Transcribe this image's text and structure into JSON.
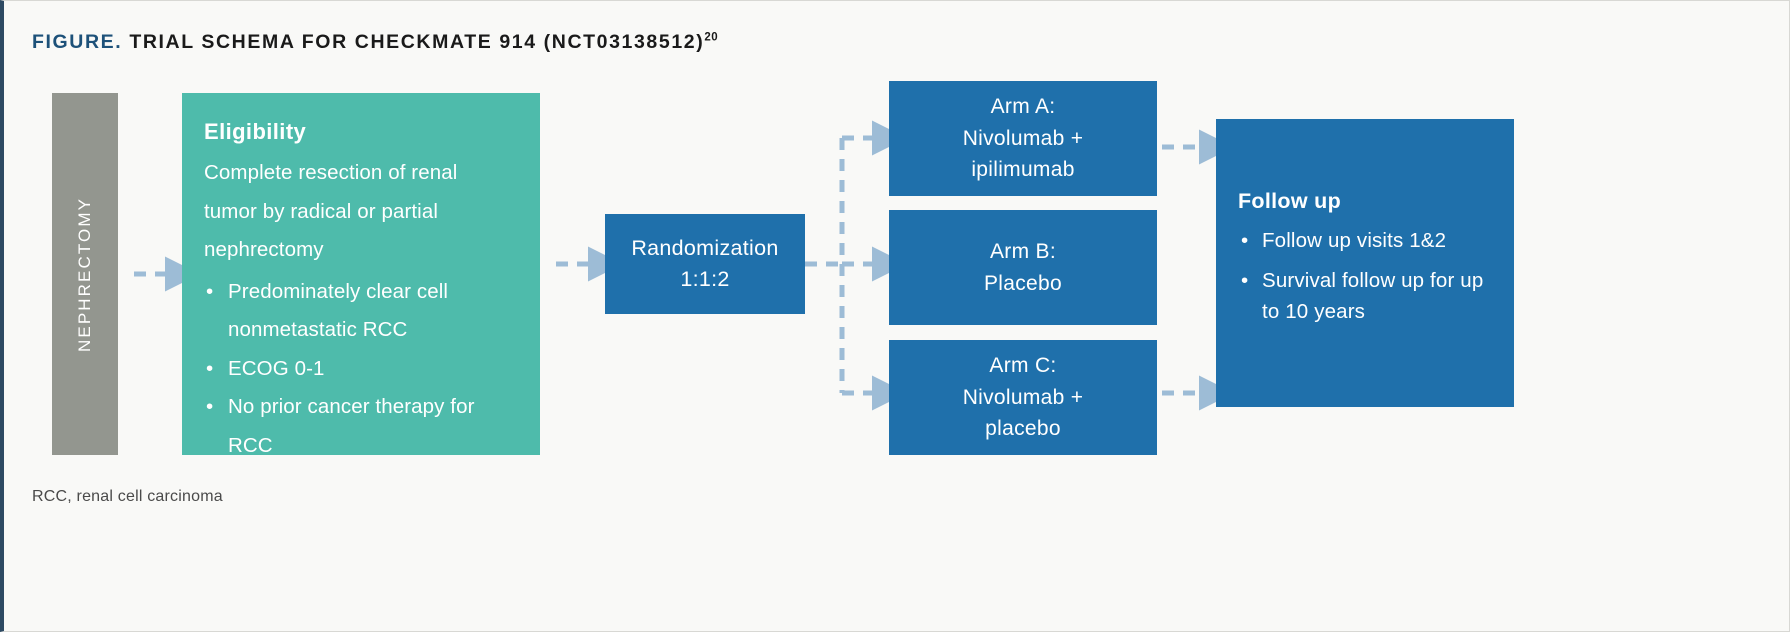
{
  "header": {
    "label": "FIGURE.",
    "title": "TRIAL SCHEMA FOR CHECKMATE 914 (NCT03138512)",
    "superscript": "20"
  },
  "colors": {
    "accent_border": "#2e4a63",
    "header_blue": "#1d5179",
    "teal": "#4ebbab",
    "blue": "#1f70ab",
    "grey": "#93968f",
    "arrow": "#9dbcd6",
    "background": "#f9f9f7"
  },
  "nodes": {
    "nephrectomy": {
      "label": "NEPHRECTOMY"
    },
    "eligibility": {
      "title": "Eligibility",
      "lead": "Complete resection of renal tumor by radical or partial nephrectomy",
      "bullets": [
        "Predominately clear cell nonmetastatic RCC",
        "ECOG 0-1",
        "No prior cancer therapy for RCC"
      ]
    },
    "randomization": {
      "line1": "Randomization",
      "line2": "1:1:2"
    },
    "arms": [
      {
        "name": "arm-a",
        "line1": "Arm A:",
        "line2": "Nivolumab +",
        "line3": "ipilimumab"
      },
      {
        "name": "arm-b",
        "line1": "Arm B:",
        "line2": "Placebo",
        "line3": ""
      },
      {
        "name": "arm-c",
        "line1": "Arm C:",
        "line2": "Nivolumab +",
        "line3": "placebo"
      }
    ],
    "followup": {
      "title": "Follow up",
      "bullets": [
        "Follow up visits 1&2",
        "Survival follow up for up to 10 years"
      ]
    }
  },
  "footnote": "RCC, renal cell carcinoma",
  "chart_data": {
    "type": "diagram",
    "title": "Trial schema for CheckMate 914 (NCT03138512)",
    "flow": [
      {
        "from": "Nephrectomy",
        "to": "Eligibility"
      },
      {
        "from": "Eligibility",
        "to": "Randomization 1:1:2"
      },
      {
        "from": "Randomization 1:1:2",
        "to": "Arm A: Nivolumab + ipilimumab"
      },
      {
        "from": "Randomization 1:1:2",
        "to": "Arm B: Placebo"
      },
      {
        "from": "Randomization 1:1:2",
        "to": "Arm C: Nivolumab + placebo"
      },
      {
        "from": "Arm A: Nivolumab + ipilimumab",
        "to": "Follow up"
      },
      {
        "from": "Arm C: Nivolumab + placebo",
        "to": "Follow up"
      }
    ],
    "randomization_ratio": "1:1:2",
    "arm_count": 3
  }
}
